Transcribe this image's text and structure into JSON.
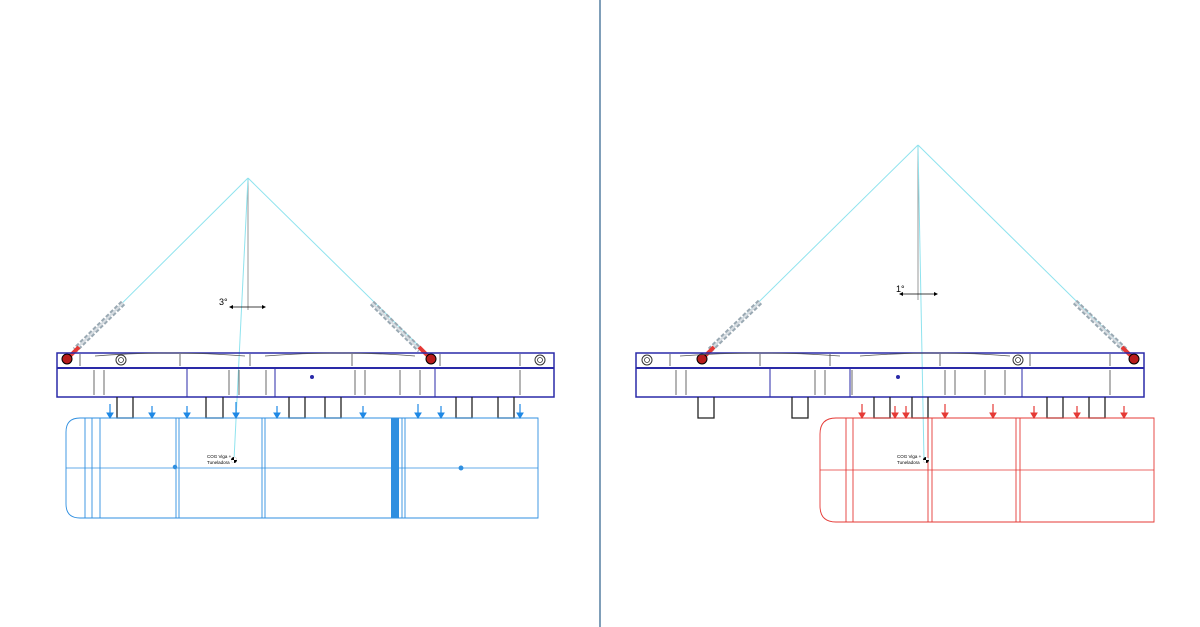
{
  "panels": [
    {
      "id": "left",
      "angle_label": "3°",
      "cog_label_line1": "COG Viga +",
      "cog_label_line2": "Tuneladora",
      "load_color": "#2f8fe0",
      "arrow_color": "#1e88e5"
    },
    {
      "id": "right",
      "angle_label": "1°",
      "cog_label_line1": "COG Viga +",
      "cog_label_line2": "Tuneladora",
      "load_color": "#e53935",
      "arrow_color": "#e53935"
    }
  ],
  "colors": {
    "beam_outline": "#2a2aa8",
    "sling": "#8fe3ee",
    "divider": "#2b5f8a",
    "shackle": "#d32f2f"
  },
  "icons": [
    "shackle-icon",
    "chain-sling-icon",
    "load-arrow-icon",
    "cog-marker-icon"
  ]
}
